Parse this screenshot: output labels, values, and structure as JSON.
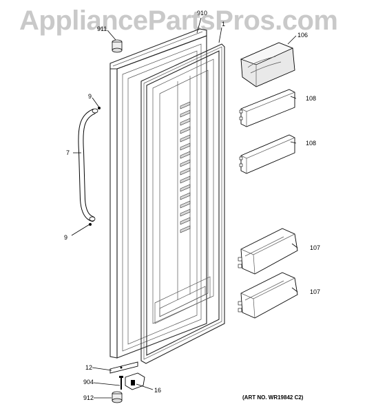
{
  "watermark": "AppliancePartsPros.com",
  "art_number": "(ART NO. WR19842 C2)",
  "callouts": {
    "c910": "910",
    "c1": "1",
    "c911": "911",
    "c106": "106",
    "c9a": "9",
    "c108a": "108",
    "c108b": "108",
    "c7": "7",
    "c9b": "9",
    "c107a": "107",
    "c107b": "107",
    "c12": "12",
    "c904": "904",
    "c16": "16",
    "c912": "912"
  }
}
